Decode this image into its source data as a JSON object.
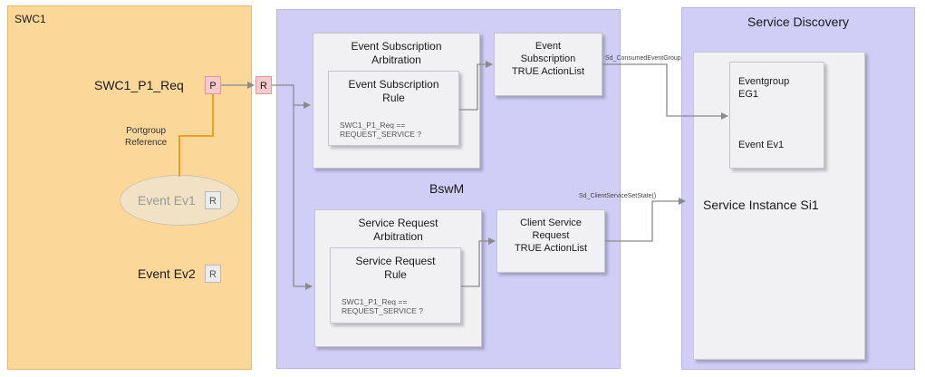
{
  "swc": {
    "title": "SWC1",
    "port_name": "SWC1_P1_Req",
    "port_p": "P",
    "portgroup_line1": "Portgroup",
    "portgroup_line2": "Reference",
    "event1": "Event Ev1",
    "event1_port": "R",
    "event2": "Event Ev2",
    "event2_port": "R"
  },
  "r_port": "R",
  "bswm": {
    "title": "BswM",
    "esa": {
      "title1": "Event Subscription",
      "title2": "Arbitration",
      "rule1": "Event Subscription",
      "rule2": "Rule",
      "cond1": "SWC1_P1_Req ==",
      "cond2": "REQUEST_SERVICE ?"
    },
    "esa_action": {
      "line1": "Event",
      "line2": "Subscription",
      "line3": "TRUE ActionList"
    },
    "sra": {
      "title1": "Service Request",
      "title2": "Arbitration",
      "rule1": "Service Request",
      "rule2": "Rule",
      "cond1": "SWC1_P1_Req ==",
      "cond2": "REQUEST_SERVICE ?"
    },
    "sra_action": {
      "line1": "Client Service",
      "line2": "Request",
      "line3": "TRUE ActionList"
    }
  },
  "calls": {
    "consumed": "Sd_ConsumedEventGroupSetState()",
    "client": "Sd_ClientServiceSetState()"
  },
  "sd": {
    "title": "Service Discovery",
    "eg1": "Eventgroup",
    "eg2": "EG1",
    "event": "Event Ev1",
    "si": "Service Instance Si1"
  },
  "colors": {
    "swc_bg": "#fbd79a",
    "bswm_bg": "#d0cdf7",
    "box_bg": "#f1f1f4",
    "port_red": "#f7c9cc",
    "portgroup_line": "#f0a020",
    "wire": "#8a8a8a"
  }
}
